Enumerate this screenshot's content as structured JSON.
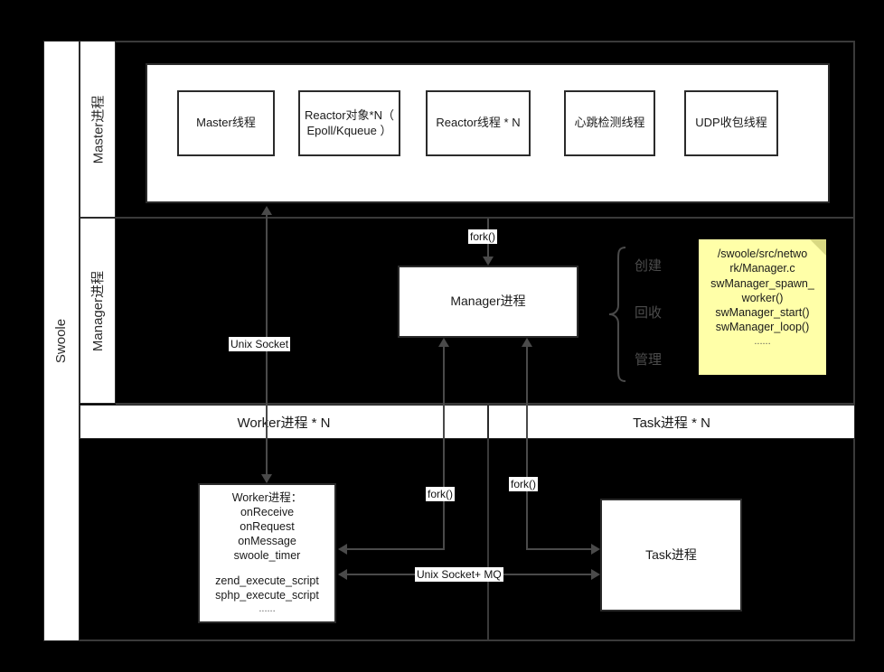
{
  "diagram": {
    "title": "Swoole",
    "swimlanes": {
      "root_label": "Swoole",
      "master_label": "Master进程",
      "manager_label": "Manager进程"
    },
    "master_threads": [
      {
        "name": "master-thread",
        "label": "Master线程"
      },
      {
        "name": "reactor-object",
        "label": "Reactor对象*N（ Epoll/Kqueue ）"
      },
      {
        "name": "reactor-thread",
        "label": "Reactor线程 * N"
      },
      {
        "name": "heartbeat-thread",
        "label": "心跳检测线程"
      },
      {
        "name": "udp-thread",
        "label": "UDP收包线程"
      }
    ],
    "manager": {
      "process_label": "Manager进程",
      "fork_label": "fork()",
      "duties": [
        "创建",
        "回收",
        "管理"
      ],
      "note": "/swoole/src/network/Manager.c\nswManager_spawn_worker()\nswManager_start()\nswManager_loop()\n......",
      "note_lines": [
        "/swoole/src/netwo",
        "rk/Manager.c",
        "swManager_spawn_",
        "worker()",
        "swManager_start()",
        "swManager_loop()",
        "......"
      ]
    },
    "bands": {
      "worker_band": "Worker进程 * N",
      "task_band": "Task进程 * N"
    },
    "worker": {
      "lines": [
        "Worker进程：",
        "onReceive",
        "onRequest",
        "onMessage",
        "swoole_timer",
        "",
        "zend_execute_script",
        "sphp_execute_script",
        "......"
      ]
    },
    "task": {
      "label": "Task进程"
    },
    "edges": {
      "unix_socket": "Unix Socket",
      "unix_socket_mq": "Unix Socket+ MQ",
      "fork_manager": "fork()",
      "fork_worker": "fork()",
      "fork_task": "fork()"
    },
    "colors": {
      "background": "#000000",
      "box_fill": "#ffffff",
      "box_stroke": "#2b2b2b",
      "connector": "#4a4a4a",
      "note_fill": "#ffffa8",
      "note_fold": "#d9d982",
      "muted_text": "#4c4c4c"
    }
  }
}
